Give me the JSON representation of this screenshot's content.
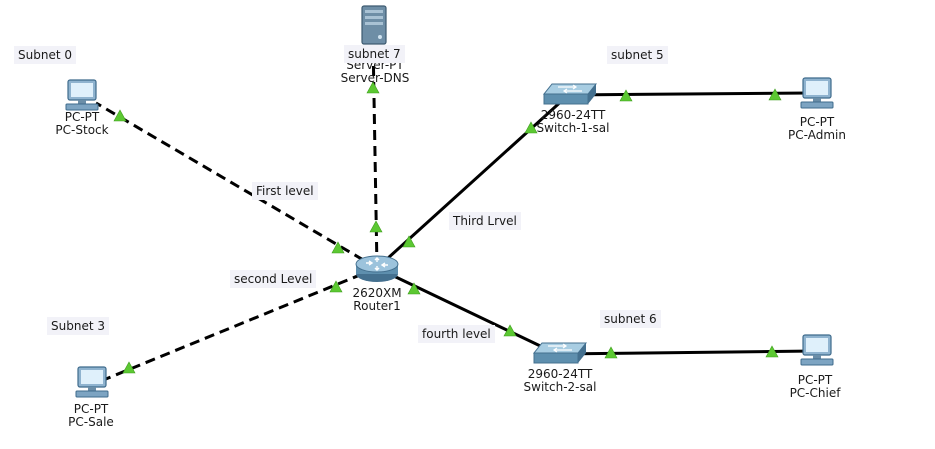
{
  "devices": {
    "pc_stock": {
      "model": "PC-PT",
      "name": "PC-Stock"
    },
    "pc_sale": {
      "model": "PC-PT",
      "name": "PC-Sale"
    },
    "pc_admin": {
      "model": "PC-PT",
      "name": "PC-Admin"
    },
    "pc_chief": {
      "model": "PC-PT",
      "name": "PC-Chief"
    },
    "router": {
      "model": "2620XM",
      "name": "Router1"
    },
    "switch1": {
      "model": "2960-24TT",
      "name": "Switch-1-sal"
    },
    "switch2": {
      "model": "2960-24TT",
      "name": "Switch-2-sal"
    },
    "server": {
      "model": "Server-PT",
      "name": "Server-DNS"
    }
  },
  "notes": {
    "subnet0": "Subnet 0",
    "subnet3": "Subnet 3",
    "subnet5": "subnet 5",
    "subnet6": "subnet 6",
    "subnet7": "subnet 7",
    "first_level": "First level",
    "second_level": "second Level",
    "third_level": "Third Lrvel",
    "fourth_level": "fourth level"
  },
  "colors": {
    "link_indicator": "#5cc832",
    "note_background": "#f2f2f8",
    "pc_body": "#8fb3cf",
    "router_body": "#5e8fae",
    "switch_body": "#6fa0bc",
    "server_body": "#6e8ea6"
  },
  "icons": {
    "pc": "pc-icon",
    "router": "router-icon",
    "switch": "switch-icon",
    "server": "server-icon"
  }
}
